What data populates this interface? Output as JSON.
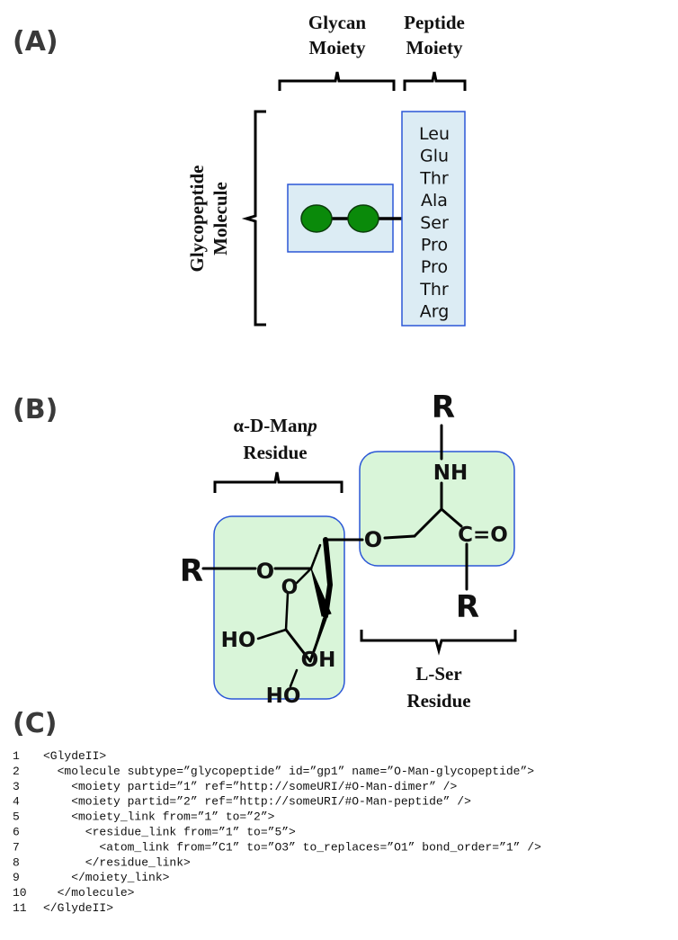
{
  "panels": {
    "a": "(A)",
    "b": "(B)",
    "c": "(C)"
  },
  "panel_a": {
    "glycan_header": [
      "Glycan",
      "Moiety"
    ],
    "peptide_header": [
      "Peptide",
      "Moiety"
    ],
    "molecule_label": [
      "Glycopeptide",
      "Molecule"
    ],
    "residues": [
      "Leu",
      "Glu",
      "Thr",
      "Ala",
      "Ser",
      "Pro",
      "Pro",
      "Thr",
      "Arg"
    ],
    "glycan_box_color": "#dcecf4",
    "peptide_box_color": "#dcecf4",
    "box_border_color": "#2b57d6",
    "monosaccharide_color": "#0a8a0a",
    "monosaccharide_count": 2
  },
  "panel_b": {
    "man_label_line1_prefix": "α-D-Man",
    "man_label_line1_italic": "p",
    "man_label_line2": "Residue",
    "ser_label_line1": "L-Ser",
    "ser_label_line2": "Residue",
    "box_fill": "#d9f5d9",
    "box_border_color": "#2b57d6",
    "atoms": {
      "r_left": "R",
      "o_link": "O",
      "o_ring": "O",
      "o_bridge": "O",
      "r_top": "R",
      "nh": "NH",
      "carbonyl": "C=O",
      "r_bottom": "R",
      "ho_left": "HO",
      "oh_right": "OH",
      "ho_bottom": "HO"
    }
  },
  "panel_c": {
    "lines": [
      {
        "n": "1",
        "text": "<GlydeII>"
      },
      {
        "n": "2",
        "text": "  <molecule subtype=”glycopeptide” id=”gp1” name=”O-Man-glycopeptide”>"
      },
      {
        "n": "3",
        "text": "    <moiety partid=”1” ref=”http://someURI/#O-Man-dimer” />"
      },
      {
        "n": "4",
        "text": "    <moiety partid=”2” ref=”http://someURI/#O-Man-peptide” />"
      },
      {
        "n": "5",
        "text": "    <moiety_link from=”1” to=”2”>"
      },
      {
        "n": "6",
        "text": "      <residue_link from=”1” to=”5”>"
      },
      {
        "n": "7",
        "text": "        <atom_link from=”C1” to=”O3” to_replaces=”O1” bond_order=”1” />"
      },
      {
        "n": "8",
        "text": "      </residue_link>"
      },
      {
        "n": "9",
        "text": "    </moiety_link>"
      },
      {
        "n": "10",
        "text": "  </molecule>"
      },
      {
        "n": "11",
        "text": "</GlydeII>"
      }
    ]
  }
}
